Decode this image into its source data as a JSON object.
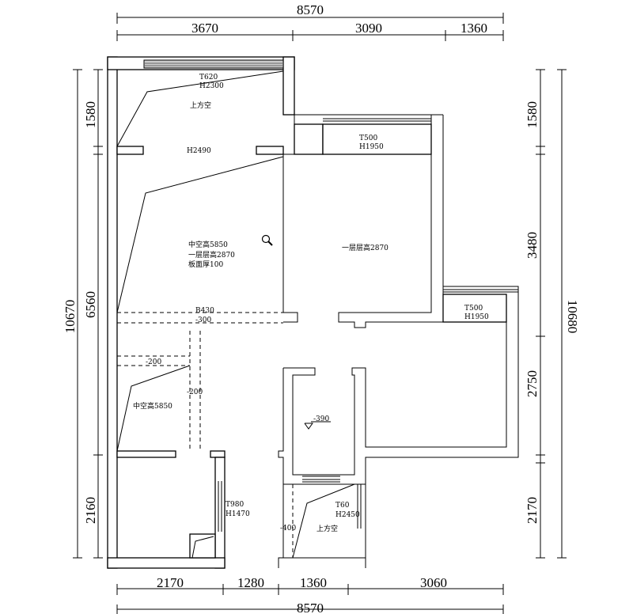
{
  "dimensions": {
    "top_total": "8570",
    "top": [
      "3670",
      "3090",
      "1360"
    ],
    "bottom": [
      "2170",
      "1280",
      "1360",
      "3060"
    ],
    "bottom_total": "8570",
    "left_total": "10670",
    "left": [
      "1580",
      "6560",
      "2160"
    ],
    "right_total": "10680",
    "right": [
      "1580",
      "3480",
      "2750",
      "2170"
    ]
  },
  "labels": {
    "top_window_t": "T620",
    "top_window_h": "H2300",
    "void_top": "上方空",
    "door_h": "H2490",
    "void_height": "中空高5850",
    "floor_height": "一层层高2870",
    "slab": "板面厚100",
    "room_floor_height": "一层层高2870",
    "win2_t": "T500",
    "win2_h": "H1950",
    "win3_t": "T500",
    "win3_h": "H1950",
    "beam_h": "B430",
    "level_300": "-300",
    "level_200a": "-200",
    "level_200b": "-200",
    "void_height_2": "中空高5850",
    "level_390": "-390",
    "win4_t": "T980",
    "win4_h": "H1470",
    "win5_t": "T60",
    "win5_h": "H2450",
    "void_bottom": "上方空",
    "level_400": "-400"
  }
}
